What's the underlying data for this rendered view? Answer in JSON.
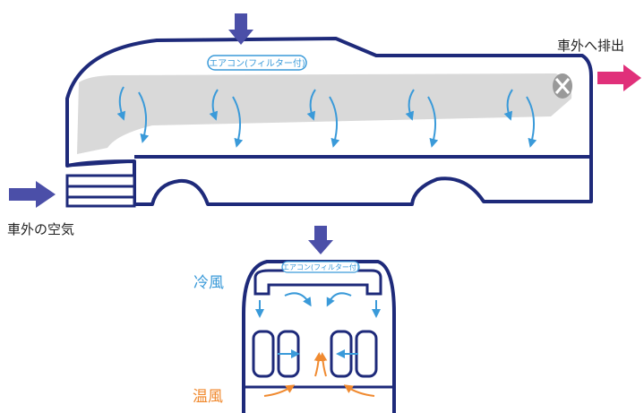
{
  "labels": {
    "ac_filter_side": "エアコン(フィルター付)",
    "ac_filter_front": "エアコン(フィルター付)",
    "exhaust": "車外へ排出",
    "outside_air": "車外の空気",
    "cool_air": "冷風",
    "warm_air": "温風"
  },
  "colors": {
    "bus_outline": "#1e2a7a",
    "cabin_fill": "#d9d9d9",
    "inflow_arrow": "#4b4fa8",
    "exhaust_arrow": "#e0307a",
    "cool_air": "#3a9ad9",
    "warm_air": "#f08a30",
    "fan_icon": "#999999"
  },
  "icons": [
    "inflow-arrow-icon",
    "exhaust-arrow-icon",
    "fan-icon",
    "airflow-arrow-icon",
    "seat-icon"
  ]
}
